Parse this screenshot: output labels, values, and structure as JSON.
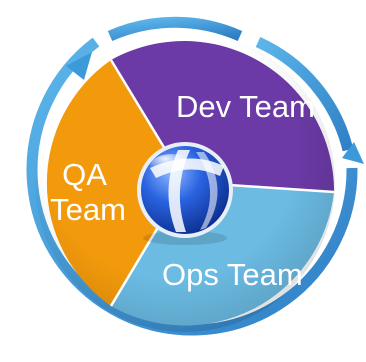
{
  "segments": [
    {
      "id": "dev",
      "label": "Dev Team",
      "color": "#6b3aa6"
    },
    {
      "id": "ops",
      "label": "Ops Team",
      "color": "#6bbbe3"
    },
    {
      "id": "qa",
      "label_lines": [
        "QA",
        "Team"
      ],
      "color": "#f39a0c"
    }
  ],
  "ring_color": "#3d9ad8",
  "globe": {
    "icon": "globe-logo-icon",
    "color": "#1d4fd3"
  }
}
